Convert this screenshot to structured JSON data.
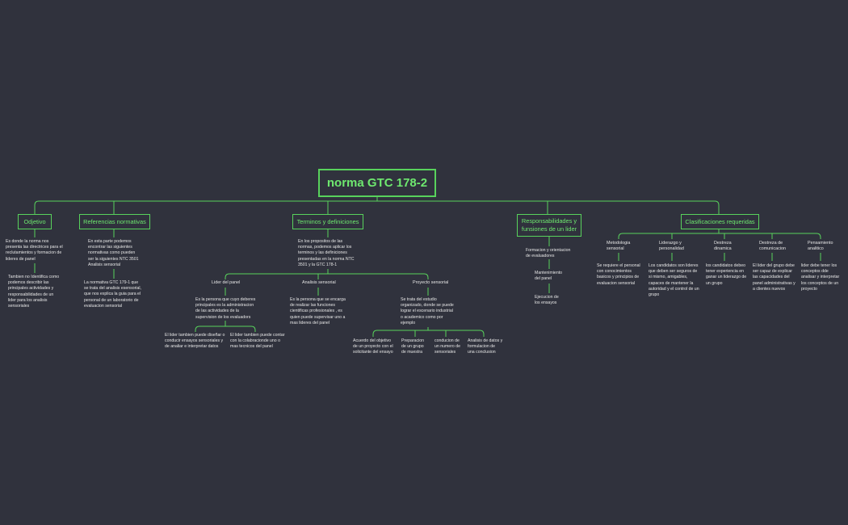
{
  "root": {
    "label": "norma GTC 178-2"
  },
  "colors": {
    "background": "#30323d",
    "accent": "#58d25c",
    "text": "#e6e6e6"
  },
  "objetivo": {
    "label": "Odjetivo",
    "text1": "Es donde la norma nos presenta las directrices para el reclutamientos y formacion de lideres  de panel",
    "text2": "Tambien no Identifica como podemos describir las principales actividades y responsabilidades de un lider para los analisis sensoriales"
  },
  "referencias": {
    "label": "Referencias normativas",
    "text1": "En esta parte podemos encontrar las siguientes normativas como pueden ser la siguientes NTC 3501 Analisis sensorial",
    "text2": "La normativa  GTC 179-1 que se trata del analisis esensorial, que nos explica la guia para el personal de un laboratorio de evaluacion sensorial"
  },
  "terminos": {
    "label": "Terminos y definiciones",
    "text1": "En los propositos de las normas, podemos aplicar los terminos y las definiciones presentadas en la norma NTC 3501 y la GTC 178-1",
    "lider": {
      "label": "Lider del panel",
      "text1": "Es la  persona que cuyo deberes principales es la administracion de las actividades de la supervision de los evaluadors",
      "text2": "El lider tambien puede diseñar o conducir ensayos sensoriales y de analiar e interpretar datos",
      "text3": "El lider tambien puede contar con la colabracionde uno o mas tecnicos del panel"
    },
    "analisis": {
      "label": "Analisis sensorial",
      "text1": "Es la persona que se encarga de realizar las funciones cientificas profesionales , es quien puede supervisar uno a mas lideres del panel"
    },
    "proyecto": {
      "label": "Proyecto sensorial",
      "text1": "Se trata del estudio organizado,  donde se puede  lograr  el escenario industrial o academico como por ejemplo",
      "items": [
        "Acuerdo del objetivo de un proyecto con el solicitante del ensayo",
        "Preparacion de un grupo de muestra",
        "conducion de un numero de sensoriales",
        "Analisis de datos y formulacion de una conclusion"
      ]
    }
  },
  "responsabilidades": {
    "label": "Responsabilidades y funsiones de un lider",
    "items": [
      "Formacion y orientacion de evaluadores",
      "Mantenimiento del panel",
      "Ejecucion de los ensayos"
    ]
  },
  "clasificaciones": {
    "label": "Clasificaciones requeridas",
    "cols": [
      {
        "label": "Metodologia sensorial",
        "text": "Se requiere el personal con conocimientos basicos y principios de evaluacion sensorial"
      },
      {
        "label": "Liderazgo y personalidad",
        "text": "Los candidatos son lideres que deben ser seguros de si mismo, amigables, capaces de mantener la autoridad y el control de un grupo"
      },
      {
        "label": "Destreza dinamica",
        "text": "los candidatos debeo tener experiencia en ganar un liderazgo de un grupo"
      },
      {
        "label": "Destreza de comunicacion",
        "text": "El lider del grupo debe ser capaz de explicar las capacidades del panel administrativas y a clientes nuevos"
      },
      {
        "label": "Pensamiento analitico",
        "text": "lider debe tener los conceptos dde analisar y interpretar los conceptos de un proyecto"
      }
    ]
  }
}
